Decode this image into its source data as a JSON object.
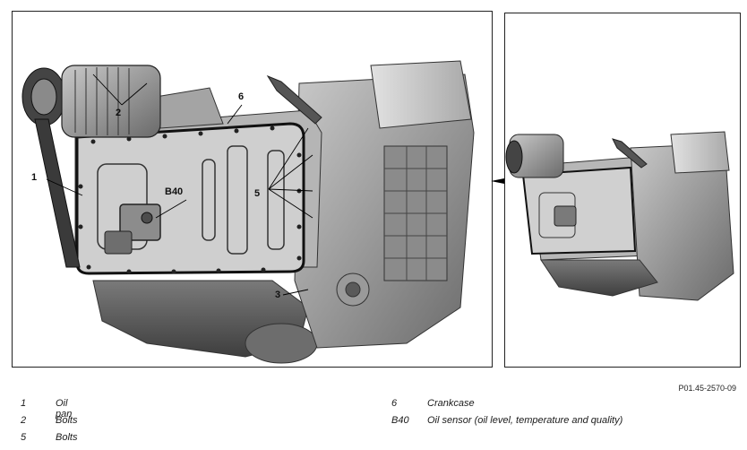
{
  "figure": {
    "reference_code": "P01.45-2570-09",
    "callouts": {
      "c1": "1",
      "c2": "2",
      "c3": "3",
      "c5": "5",
      "c6": "6",
      "cb40": "B40"
    }
  },
  "legend": {
    "left": [
      {
        "num": "1",
        "label": "Oil pan"
      },
      {
        "num": "2",
        "label": "Bolts"
      },
      {
        "num": "5",
        "label": "Bolts"
      }
    ],
    "right": [
      {
        "num": "6",
        "label": "Crankcase"
      },
      {
        "num": "B40",
        "label": "Oil sensor (oil level, temperature and quality)"
      }
    ]
  }
}
